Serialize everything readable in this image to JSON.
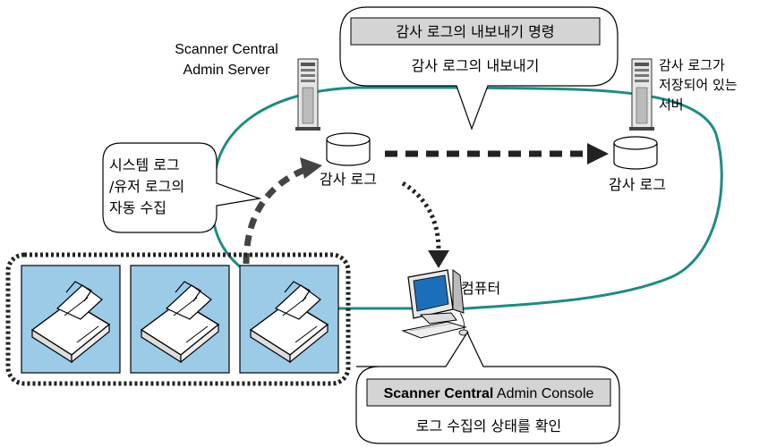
{
  "server_label_line1": "Scanner Central",
  "server_label_line2": "Admin Server",
  "export_command": "감사 로그의 내보내기 명령",
  "export_caption": "감사 로그의 내보내기",
  "log_server_line1": "감사 로그가",
  "log_server_line2": "저장되어 있는",
  "log_server_line3": "서버",
  "audit_log_left": "감사 로그",
  "audit_log_right": "감사 로그",
  "auto_collect_line1": "시스템 로그",
  "auto_collect_line2": "/유저 로그의",
  "auto_collect_line3": "자동 수집",
  "computer_label": "컴퓨터",
  "console_bold": "Scanner Central",
  "console_rest": " Admin Console",
  "console_caption": "로그 수집의 상태를 확인",
  "colors": {
    "network_line": "#1e8c82",
    "scanner_bg": "#9ccbe8",
    "arrow": "#222222",
    "command_box": "#d4d4d4"
  }
}
